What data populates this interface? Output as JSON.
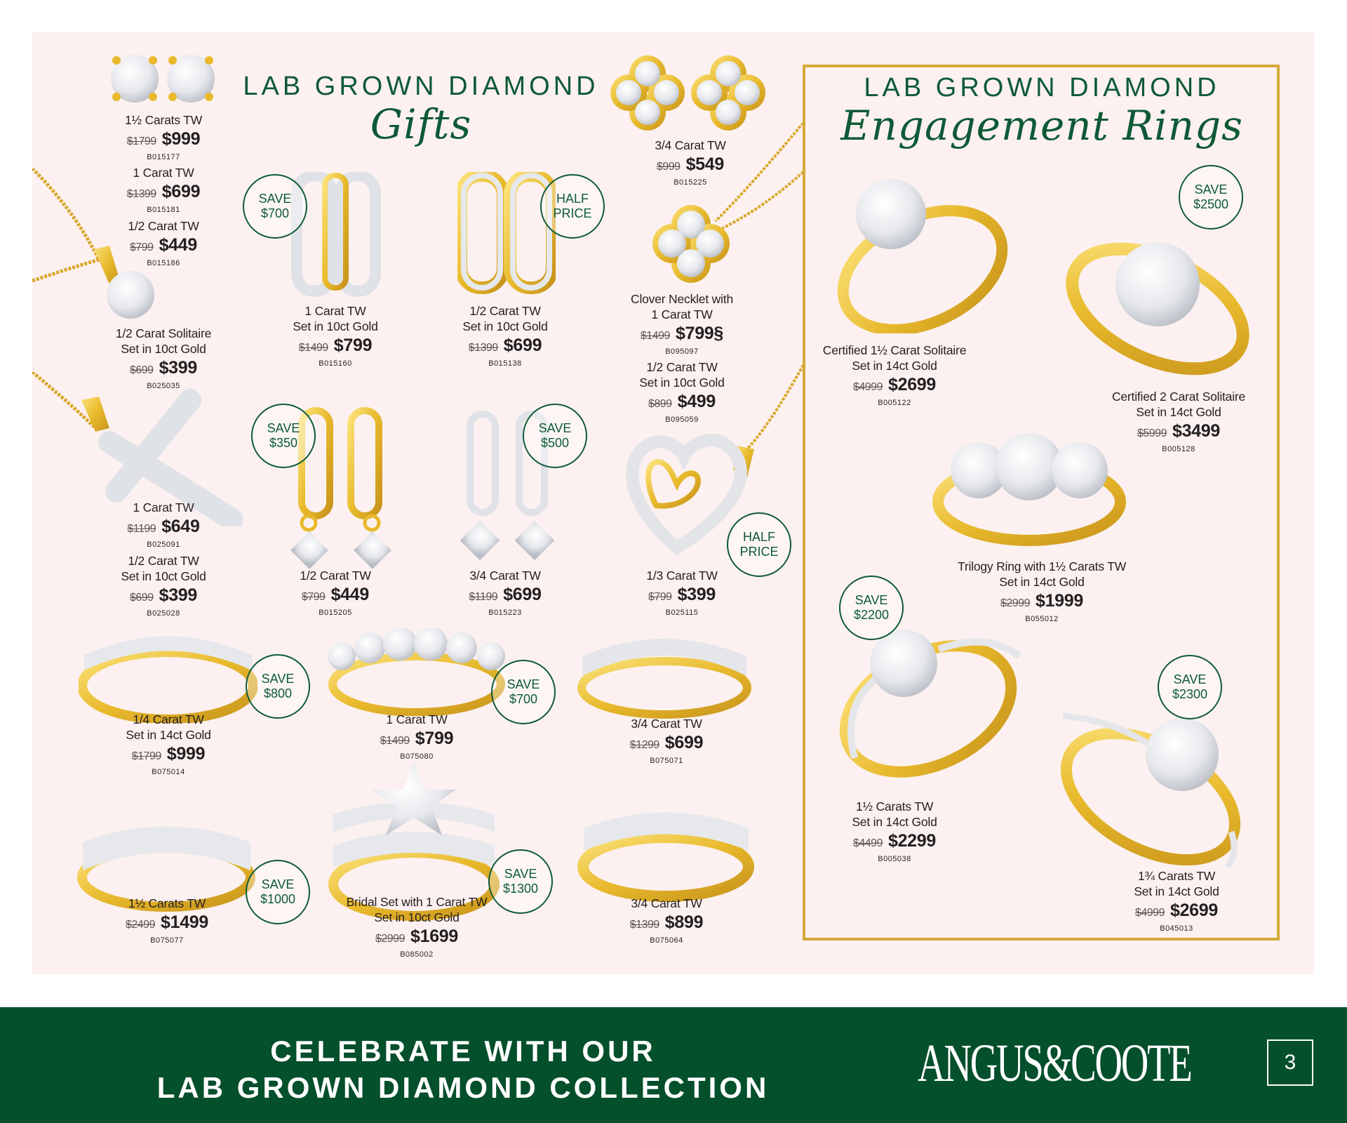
{
  "colors": {
    "accent_green": "#0e5a36",
    "footer_green": "#044f2c",
    "gold": "#d4a93a",
    "background_pink": "#fcf1f0"
  },
  "gifts_heading": {
    "line1": "LAB GROWN DIAMOND",
    "line2": "Gifts"
  },
  "engagement_heading": {
    "line1": "LAB GROWN DIAMOND",
    "line2": "Engagement Rings"
  },
  "products": [
    {
      "desc": [
        "1½ Carats TW"
      ],
      "was": "$1799",
      "now": "$999",
      "sku": "B015177"
    },
    {
      "desc": [
        "1 Carat TW"
      ],
      "was": "$1399",
      "now": "$699",
      "sku": "B015181"
    },
    {
      "desc": [
        "1/2 Carat TW"
      ],
      "was": "$799",
      "now": "$449",
      "sku": "B015186"
    },
    {
      "desc": [
        "1/2 Carat Solitaire",
        "Set in 10ct Gold"
      ],
      "was": "$699",
      "now": "$399",
      "sku": "B025035"
    },
    {
      "desc": [
        "1 Carat TW"
      ],
      "was": "$1199",
      "now": "$649",
      "sku": "B025091"
    },
    {
      "desc": [
        "1/2 Carat TW",
        "Set in 10ct Gold"
      ],
      "was": "$699",
      "now": "$399",
      "sku": "B025028"
    },
    {
      "desc": [
        "1 Carat TW",
        "Set in 10ct Gold"
      ],
      "was": "$1499",
      "now": "$799",
      "sku": "B015160"
    },
    {
      "desc": [
        "1/2 Carat TW",
        "Set in 10ct Gold"
      ],
      "was": "$1399",
      "now": "$699",
      "sku": "B015138"
    },
    {
      "desc": [
        "3/4 Carat TW"
      ],
      "was": "$999",
      "now": "$549",
      "sku": "B015225"
    },
    {
      "desc": [
        "Clover Necklet with",
        "1 Carat TW"
      ],
      "was": "$1499",
      "now": "$799§",
      "sku": "B095097"
    },
    {
      "desc": [
        "1/2 Carat TW",
        "Set in 10ct Gold"
      ],
      "was": "$899",
      "now": "$499",
      "sku": "B095059"
    },
    {
      "desc": [
        "1/2 Carat TW"
      ],
      "was": "$799",
      "now": "$449",
      "sku": "B015205"
    },
    {
      "desc": [
        "3/4 Carat TW"
      ],
      "was": "$1199",
      "now": "$699",
      "sku": "B015223"
    },
    {
      "desc": [
        "1/3 Carat TW"
      ],
      "was": "$799",
      "now": "$399",
      "sku": "B025115"
    },
    {
      "desc": [
        "1/4 Carat TW",
        "Set in 14ct Gold"
      ],
      "was": "$1799",
      "now": "$999",
      "sku": "B075014"
    },
    {
      "desc": [
        "1 Carat TW"
      ],
      "was": "$1499",
      "now": "$799",
      "sku": "B075080"
    },
    {
      "desc": [
        "3/4 Carat TW"
      ],
      "was": "$1299",
      "now": "$699",
      "sku": "B075071"
    },
    {
      "desc": [
        "1½ Carats TW"
      ],
      "was": "$2499",
      "now": "$1499",
      "sku": "B075077"
    },
    {
      "desc": [
        "Bridal Set with 1 Carat TW",
        "Set in 10ct Gold"
      ],
      "was": "$2999",
      "now": "$1699",
      "sku": "B085002"
    },
    {
      "desc": [
        "3/4 Carat TW"
      ],
      "was": "$1399",
      "now": "$899",
      "sku": "B075064"
    },
    {
      "desc": [
        "Certified 1½ Carat Solitaire",
        "Set in 14ct Gold"
      ],
      "was": "$4999",
      "now": "$2699",
      "sku": "B005122"
    },
    {
      "desc": [
        "Certified 2 Carat Solitaire",
        "Set in 14ct Gold"
      ],
      "was": "$5999",
      "now": "$3499",
      "sku": "B005128"
    },
    {
      "desc": [
        "Trilogy Ring with 1½ Carats TW",
        "Set in 14ct Gold"
      ],
      "was": "$2999",
      "now": "$1999",
      "sku": "B055012"
    },
    {
      "desc": [
        "1½ Carats TW",
        "Set in 14ct Gold"
      ],
      "was": "$4499",
      "now": "$2299",
      "sku": "B005038"
    },
    {
      "desc": [
        "1¾ Carats TW",
        "Set in 14ct Gold"
      ],
      "was": "$4999",
      "now": "$2699",
      "sku": "B045013"
    }
  ],
  "badges": [
    {
      "line1": "SAVE",
      "line2": "$700"
    },
    {
      "line1": "HALF",
      "line2": "PRICE"
    },
    {
      "line1": "SAVE",
      "line2": "$350"
    },
    {
      "line1": "SAVE",
      "line2": "$500"
    },
    {
      "line1": "HALF",
      "line2": "PRICE"
    },
    {
      "line1": "SAVE",
      "line2": "$800"
    },
    {
      "line1": "SAVE",
      "line2": "$700"
    },
    {
      "line1": "SAVE",
      "line2": "$1000"
    },
    {
      "line1": "SAVE",
      "line2": "$1300"
    },
    {
      "line1": "SAVE",
      "line2": "$2500"
    },
    {
      "line1": "SAVE",
      "line2": "$2200"
    },
    {
      "line1": "SAVE",
      "line2": "$2300"
    }
  ],
  "footer": {
    "line1": "CELEBRATE WITH OUR",
    "line2": "LAB GROWN DIAMOND COLLECTION",
    "logo": "ANGUS&COOTE",
    "page_number": "3"
  }
}
